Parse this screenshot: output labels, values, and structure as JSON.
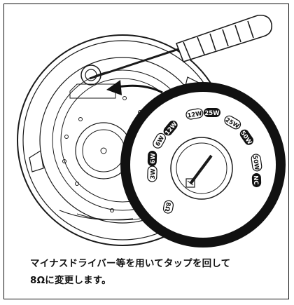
{
  "caption": {
    "line1": "マイナスドライバー等を用いてタップを回して",
    "line2": "8Ωに変更します。"
  },
  "tap_dial": {
    "labels": [
      {
        "id": "3w",
        "text": "3W",
        "inverted": false
      },
      {
        "id": "6w",
        "text": "6W",
        "inverted": true
      },
      {
        "id": "6w-b",
        "text": "6W",
        "inverted": false
      },
      {
        "id": "12w",
        "text": "12W",
        "inverted": true
      },
      {
        "id": "12w-b",
        "text": "12W",
        "inverted": false
      },
      {
        "id": "25w",
        "text": "25W",
        "inverted": true
      },
      {
        "id": "25w-b",
        "text": "25W",
        "inverted": false
      },
      {
        "id": "50w",
        "text": "50W",
        "inverted": true
      },
      {
        "id": "50w-b",
        "text": "50W",
        "inverted": false
      },
      {
        "id": "nc",
        "text": "NC",
        "inverted": true
      },
      {
        "id": "8ohm",
        "text": "8Ω",
        "inverted": false
      }
    ]
  },
  "colors": {
    "line": "#1a1a1a",
    "label_fill": "#111111",
    "label_text_inverted": "#ffffff"
  },
  "icons": {
    "screwdriver": "screwdriver-icon",
    "rotation_arrow": "rotate-arrow-icon"
  }
}
